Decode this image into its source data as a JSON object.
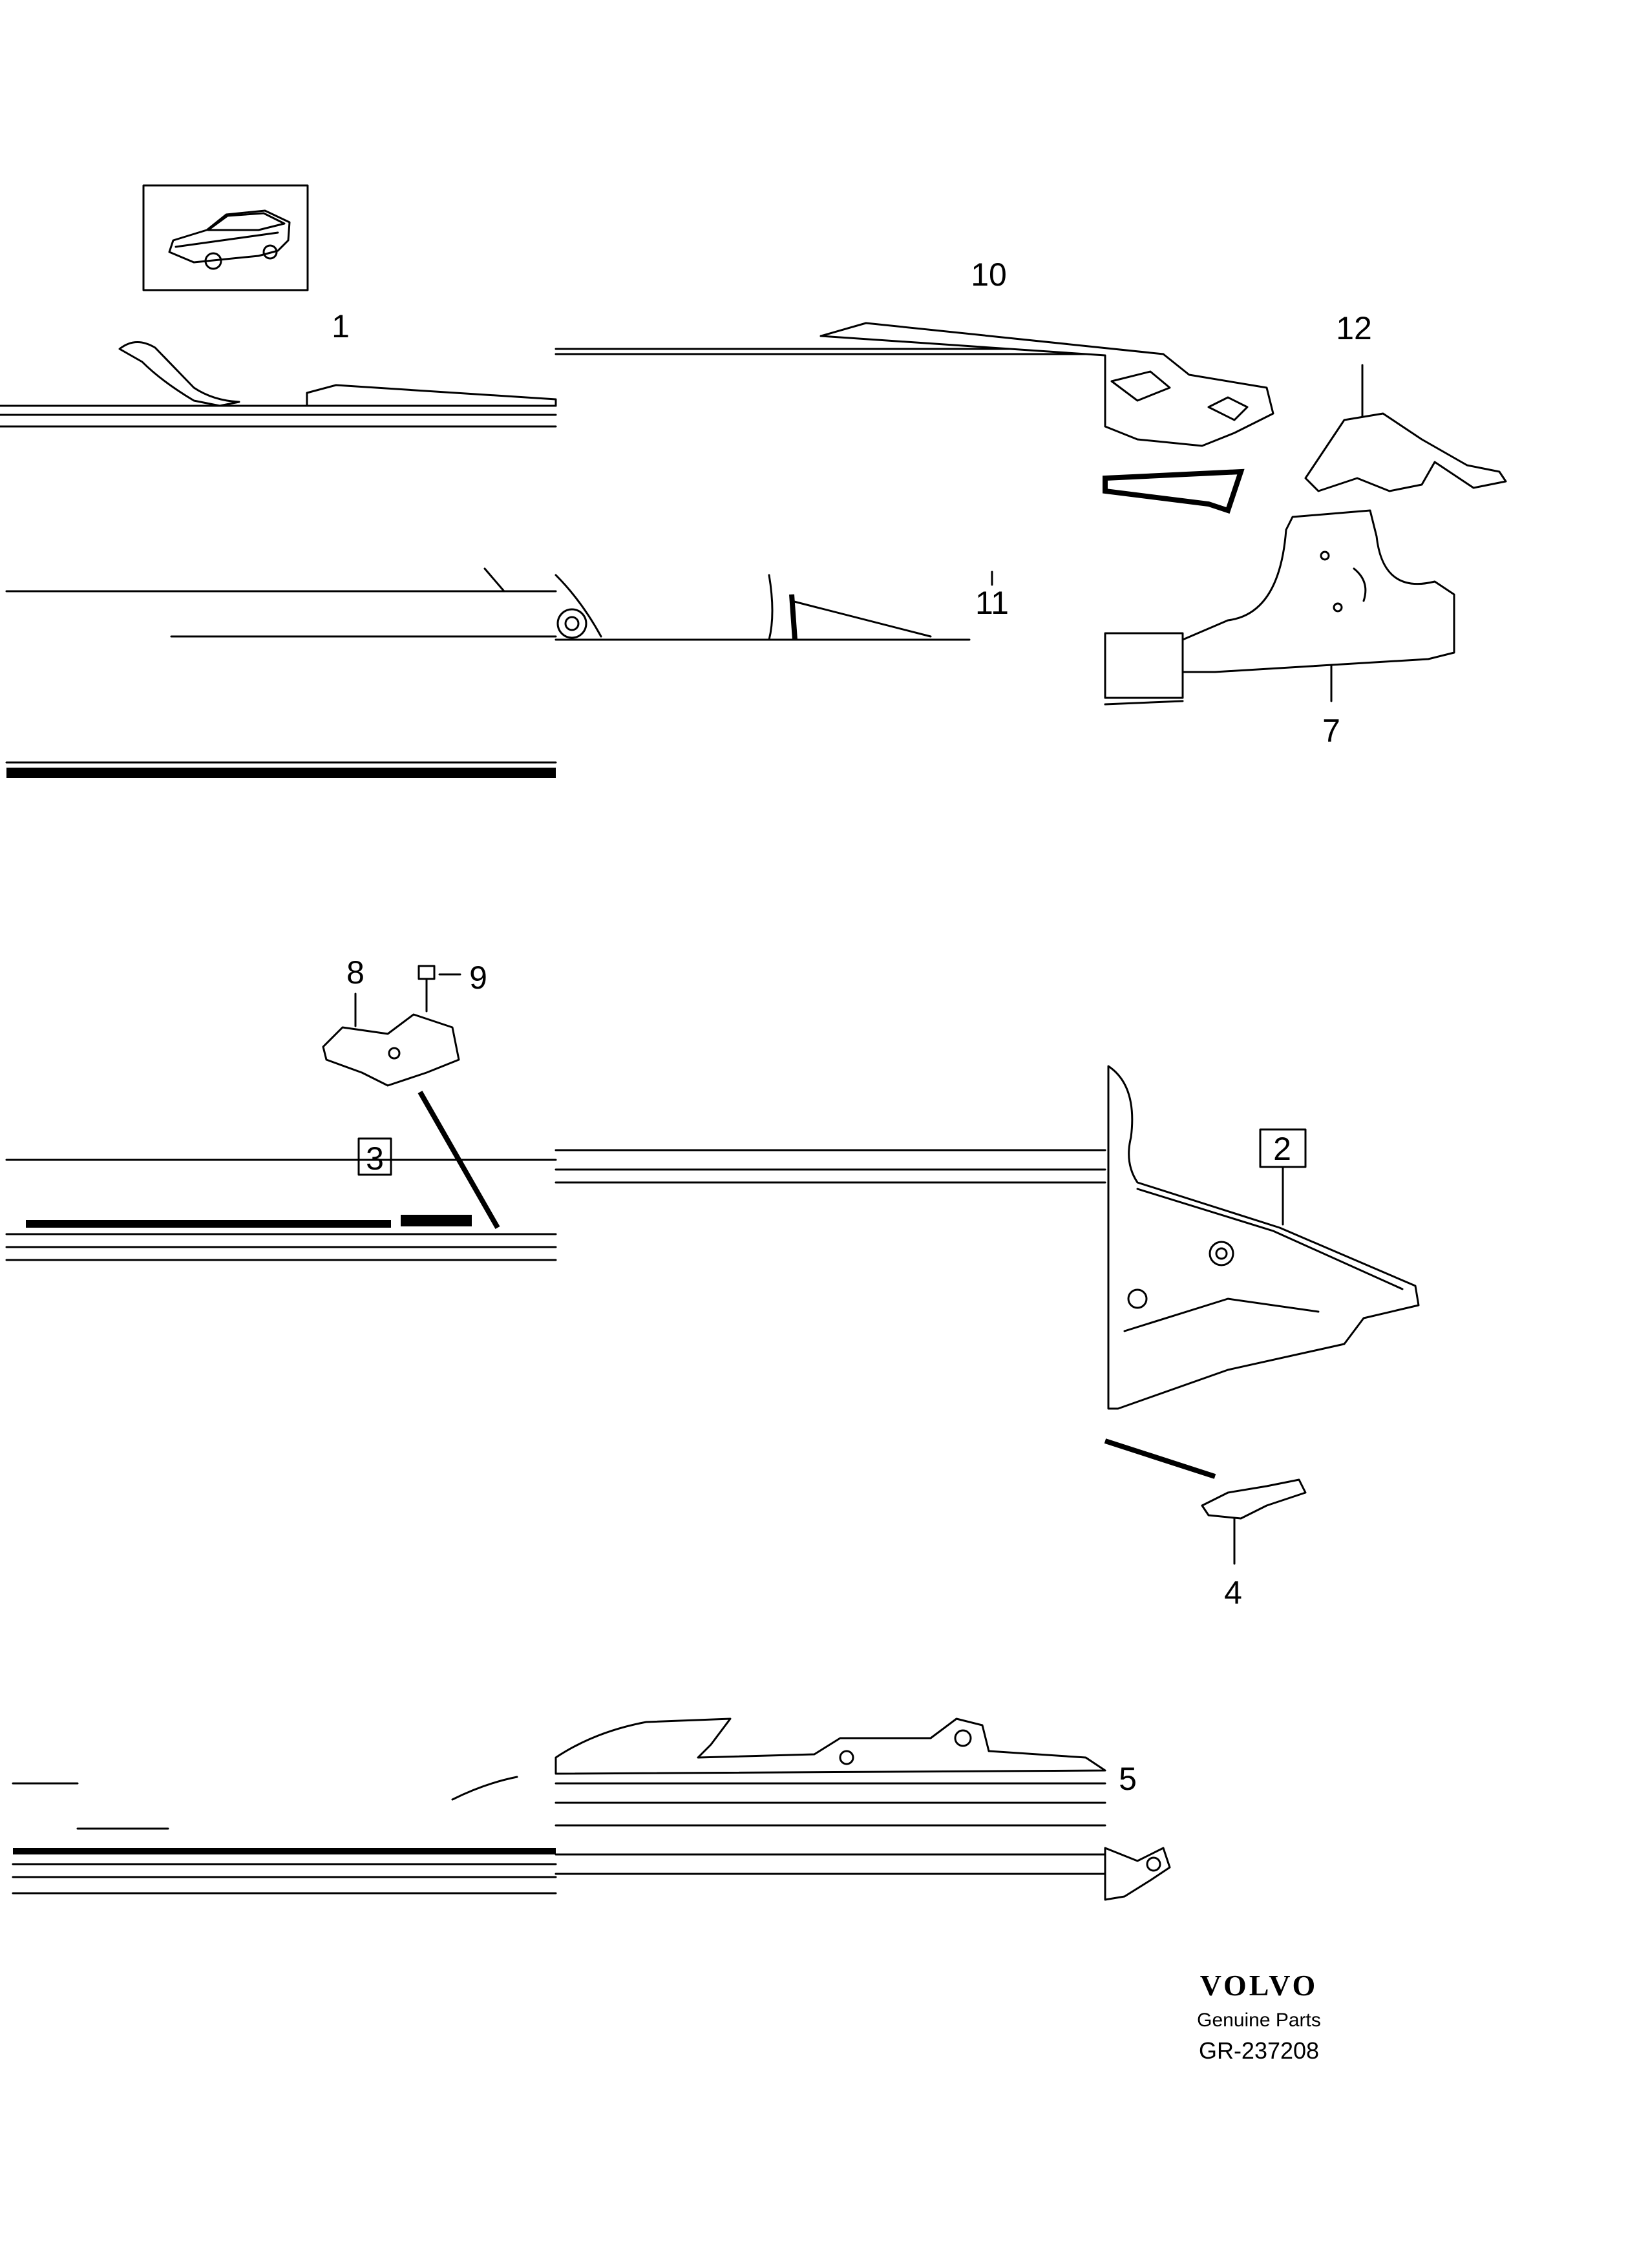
{
  "callouts": {
    "c1": "1",
    "c2": "2",
    "c3": "3",
    "c4": "4",
    "c5": "5",
    "c7": "7",
    "c8": "8",
    "c9": "9",
    "c10": "10",
    "c11": "11",
    "c12": "12"
  },
  "footer": {
    "brand": "VOLVO",
    "tagline": "Genuine Parts",
    "reference": "GR-237208"
  }
}
